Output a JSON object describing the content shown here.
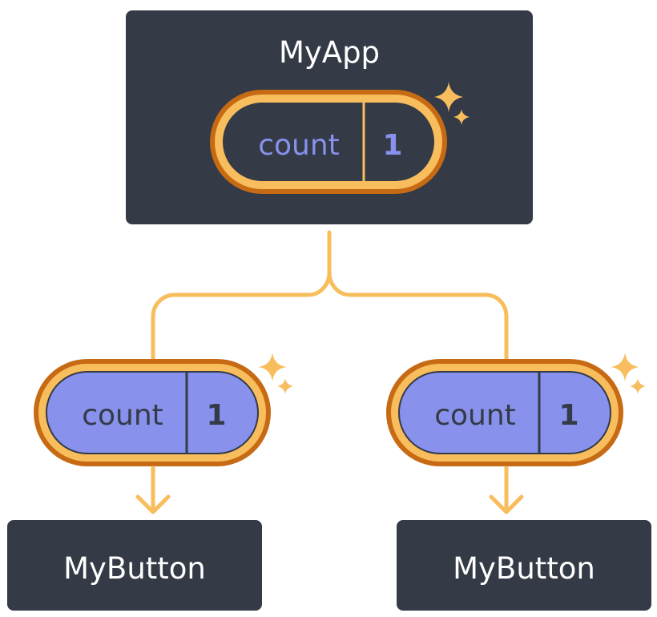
{
  "colors": {
    "box_fill": "#343a46",
    "connector": "#f8bd5c",
    "pill_outer": "#c76a14",
    "pill_ring": "#f8bd5c",
    "pill_dark_fill": "#343a46",
    "pill_blue_fill": "#8891ec",
    "sparkle": "#f8bd5c"
  },
  "parent": {
    "title": "MyApp",
    "state": {
      "label": "count",
      "value": "1",
      "label_color": "#8891ec",
      "value_color": "#8891ec"
    }
  },
  "children": [
    {
      "title": "MyButton",
      "state": {
        "label": "count",
        "value": "1",
        "label_color": "#343a46",
        "value_color": "#343a46"
      }
    },
    {
      "title": "MyButton",
      "state": {
        "label": "count",
        "value": "1",
        "label_color": "#343a46",
        "value_color": "#343a46"
      }
    }
  ],
  "icons": {
    "sparkle": "sparkle-icon",
    "arrow": "arrow-down-icon"
  }
}
